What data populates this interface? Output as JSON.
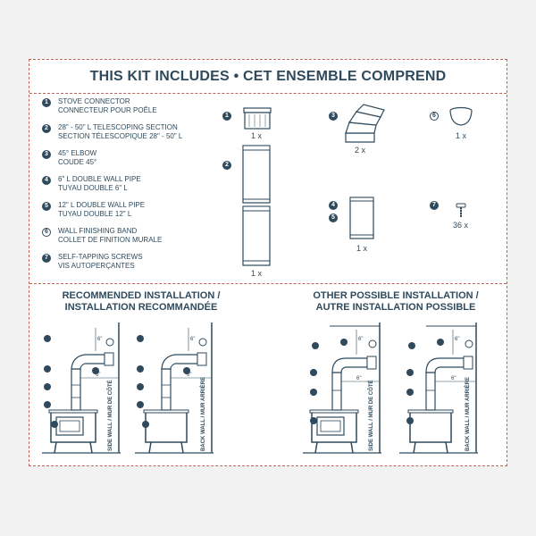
{
  "title": "THIS KIT INCLUDES • CET ENSEMBLE COMPREND",
  "parts": [
    {
      "num": "1",
      "en": "STOVE CONNECTOR",
      "fr": "CONNECTEUR POUR POÊLE"
    },
    {
      "num": "2",
      "en": "28\" - 50\" L TELESCOPING SECTION",
      "fr": "SECTION TÉLESCOPIQUE 28\" - 50\" L"
    },
    {
      "num": "3",
      "en": "45° ELBOW",
      "fr": "COUDE 45°"
    },
    {
      "num": "4",
      "en": "6\" L DOUBLE WALL PIPE",
      "fr": "TUYAU DOUBLE 6\" L"
    },
    {
      "num": "5",
      "en": "12\" L DOUBLE WALL PIPE",
      "fr": "TUYAU DOUBLE 12\" L"
    },
    {
      "num": "6",
      "en": "WALL FINISHING BAND",
      "fr": "COLLET DE FINITION MURALE"
    },
    {
      "num": "7",
      "en": "SELF-TAPPING SCREWS",
      "fr": "VIS AUTOPERÇANTES"
    }
  ],
  "quantities": {
    "part1": "1 x",
    "part2": "1 x",
    "part3": "2 x",
    "part45": "1 x",
    "part6": "1 x",
    "part7": "36 x"
  },
  "recommended": {
    "title_line1": "RECOMMENDED INSTALLATION /",
    "title_line2": "INSTALLATION RECOMMANDÉE"
  },
  "other": {
    "title_line1": "OTHER POSSIBLE INSTALLATION /",
    "title_line2": "AUTRE INSTALLATION POSSIBLE"
  },
  "wall_labels": {
    "side": "SIDE WALL / MUR DE CÔTÉ",
    "back": "BACK WALL / MUR ARRIÈRE"
  },
  "dimension": "6\"",
  "colors": {
    "ink": "#2f4a5c",
    "border": "#c0615a",
    "background": "#f2f2f2"
  }
}
